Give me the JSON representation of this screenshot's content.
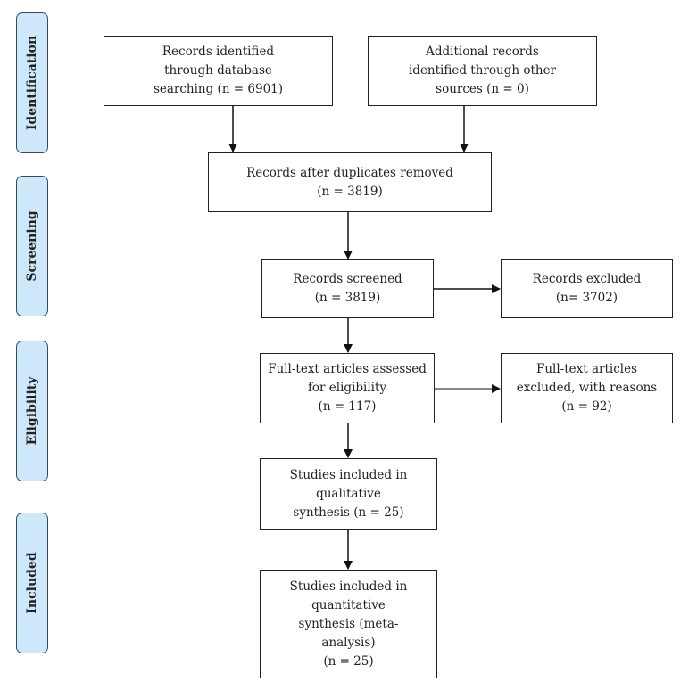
{
  "phases": {
    "identification": "Identification",
    "screening": "Screening",
    "eligibility": "Eligibility",
    "included": "Included"
  },
  "boxes": {
    "database": "Records identified\nthrough database\nsearching (n = 6901)",
    "other_sources": "Additional records\nidentified through other\nsources (n = 0)",
    "after_duplicates": "Records after duplicates removed\n(n = 3819)",
    "screened": "Records screened\n(n = 3819)",
    "excluded": "Records excluded\n(n= 3702)",
    "fulltext_assessed": "Full-text articles assessed\nfor eligibility\n(n = 117)",
    "fulltext_excluded": "Full-text articles\nexcluded, with reasons\n(n = 92)",
    "qualitative": "Studies included in\nqualitative\nsynthesis (n = 25)",
    "quantitative": "Studies included in\nquantitative\nsynthesis (meta-\nanalysis)\n(n = 25)"
  }
}
